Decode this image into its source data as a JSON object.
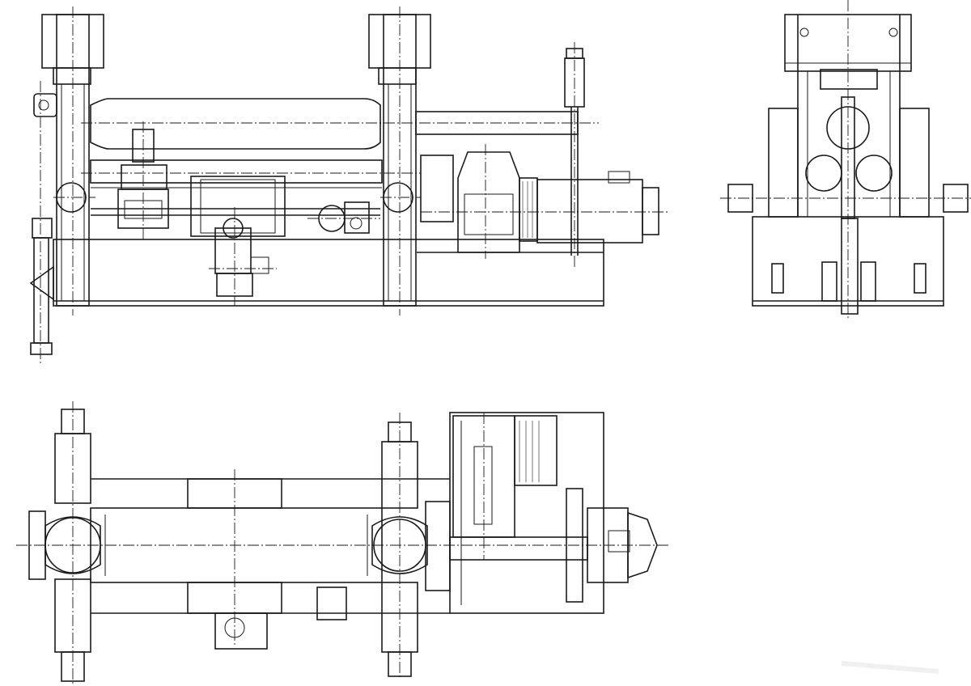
{
  "drawing": {
    "type": "engineering line drawing",
    "line_color": "#1a1a1a",
    "background": "#ffffff",
    "views": [
      {
        "id": "front-elevation",
        "position_word": "top-left"
      },
      {
        "id": "side-elevation",
        "position_word": "top-right"
      },
      {
        "id": "plan-view",
        "position_word": "bottom-left"
      }
    ]
  }
}
